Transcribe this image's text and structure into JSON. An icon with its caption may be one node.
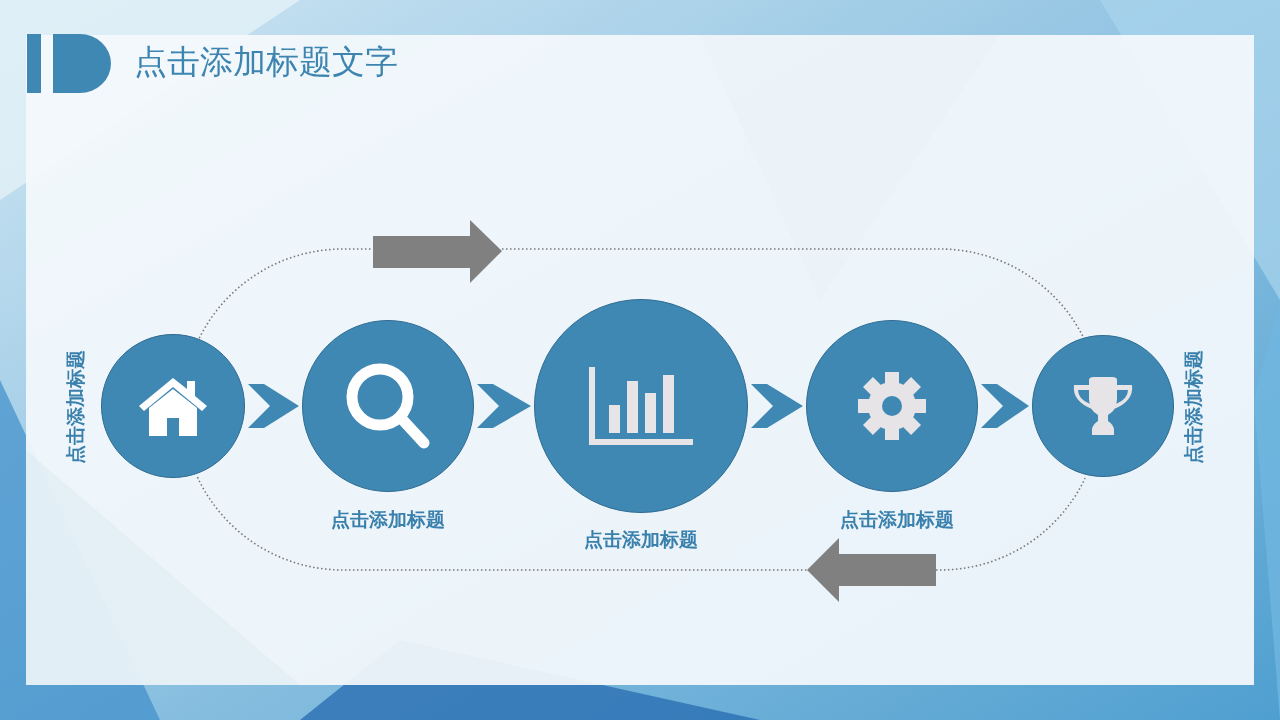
{
  "diagram": {
    "title": "点击添加标题文字",
    "nodes": [
      {
        "text": [],
        "shape": "circle",
        "beside": [
          "点击添加标题"
        ]
      },
      {
        "text": [],
        "shape": "circle",
        "beside": [
          "点击添加标题"
        ]
      },
      {
        "text": [],
        "shape": "circle",
        "beside": [
          "点击添加标题"
        ]
      },
      {
        "text": [],
        "shape": "circle",
        "beside": [
          "点击添加标题"
        ]
      },
      {
        "text": [],
        "shape": "circle",
        "beside": [
          "点击添加标题"
        ]
      }
    ],
    "edges": [
      {
        "from": 0,
        "to": 1,
        "arrow": "to"
      },
      {
        "from": 1,
        "to": 2,
        "arrow": "to"
      },
      {
        "from": 2,
        "to": 3,
        "arrow": "to"
      },
      {
        "from": 3,
        "to": 4,
        "arrow": "to"
      }
    ]
  }
}
